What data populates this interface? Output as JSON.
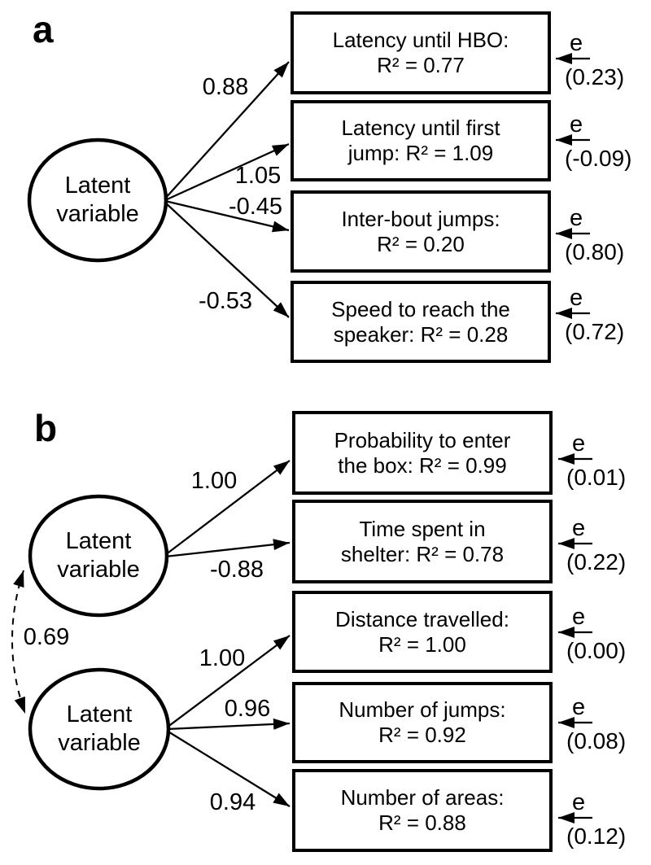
{
  "figure": {
    "type": "structural-equation-model-path-diagram",
    "background_color": "#ffffff",
    "line_color": "#000000"
  },
  "panel_a": {
    "label": "a",
    "latent": {
      "label": "Latent variable"
    },
    "paths": [
      {
        "coef": "0.88"
      },
      {
        "coef": "1.05"
      },
      {
        "coef": "-0.45"
      },
      {
        "coef": "-0.53"
      }
    ],
    "boxes": [
      {
        "lines": [
          "Latency until HBO:",
          "R² = 0.77"
        ],
        "error": {
          "symbol": "e",
          "value": "(0.23)"
        }
      },
      {
        "lines": [
          "Latency until first",
          "jump: R² = 1.09"
        ],
        "error": {
          "symbol": "e",
          "value": "(-0.09)"
        }
      },
      {
        "lines": [
          "Inter-bout jumps:",
          "R² = 0.20"
        ],
        "error": {
          "symbol": "e",
          "value": "(0.80)"
        }
      },
      {
        "lines": [
          "Speed to reach the",
          "speaker: R² = 0.28"
        ],
        "error": {
          "symbol": "e",
          "value": "(0.72)"
        }
      }
    ]
  },
  "panel_b": {
    "label": "b",
    "latent1": {
      "label": "Latent variable"
    },
    "latent2": {
      "label": "Latent variable"
    },
    "correlation": {
      "coef": "0.69"
    },
    "paths1": [
      {
        "coef": "1.00"
      },
      {
        "coef": "-0.88"
      }
    ],
    "paths2": [
      {
        "coef": "1.00"
      },
      {
        "coef": "0.96"
      },
      {
        "coef": "0.94"
      }
    ],
    "boxes": [
      {
        "lines": [
          "Probability to enter",
          "the box: R² = 0.99"
        ],
        "error": {
          "symbol": "e",
          "value": "(0.01)"
        }
      },
      {
        "lines": [
          "Time spent in",
          "shelter: R² = 0.78"
        ],
        "error": {
          "symbol": "e",
          "value": "(0.22)"
        }
      },
      {
        "lines": [
          "Distance travelled:",
          "R² = 1.00"
        ],
        "error": {
          "symbol": "e",
          "value": "(0.00)"
        }
      },
      {
        "lines": [
          "Number of jumps:",
          "R² = 0.92"
        ],
        "error": {
          "symbol": "e",
          "value": "(0.08)"
        }
      },
      {
        "lines": [
          "Number of areas:",
          "R² = 0.88"
        ],
        "error": {
          "symbol": "e",
          "value": "(0.12)"
        }
      }
    ]
  }
}
